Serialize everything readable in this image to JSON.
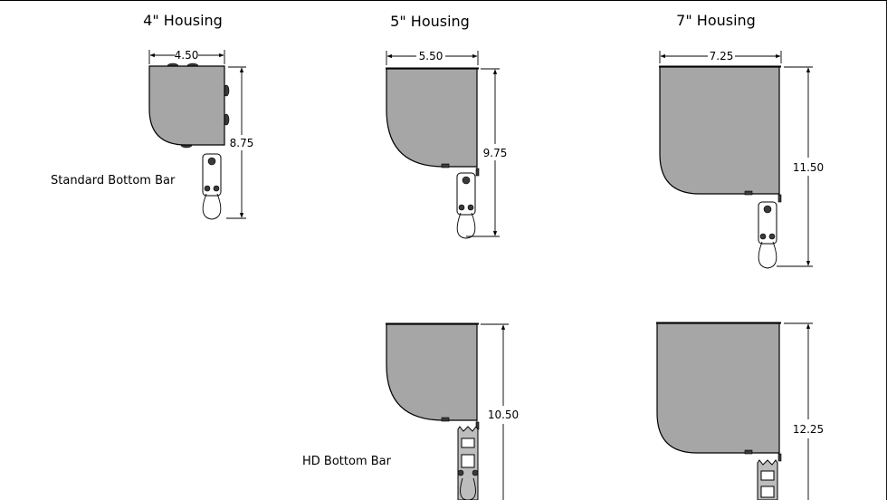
{
  "titles": {
    "h4": "4\" Housing",
    "h5": "5\" Housing",
    "h7": "7\" Housing"
  },
  "labels": {
    "standard": "Standard Bottom Bar",
    "hd": "HD Bottom Bar"
  },
  "dimensions": {
    "h4_width": "4.50",
    "h4_height": "8.75",
    "h5_width": "5.50",
    "h5_height": "9.75",
    "h5_hd_height": "10.50",
    "h7_width": "7.25",
    "h7_height": "11.50",
    "h7_hd_height": "12.25"
  },
  "colors": {
    "housing_fill": "#a6a6a6",
    "line": "#000000"
  }
}
